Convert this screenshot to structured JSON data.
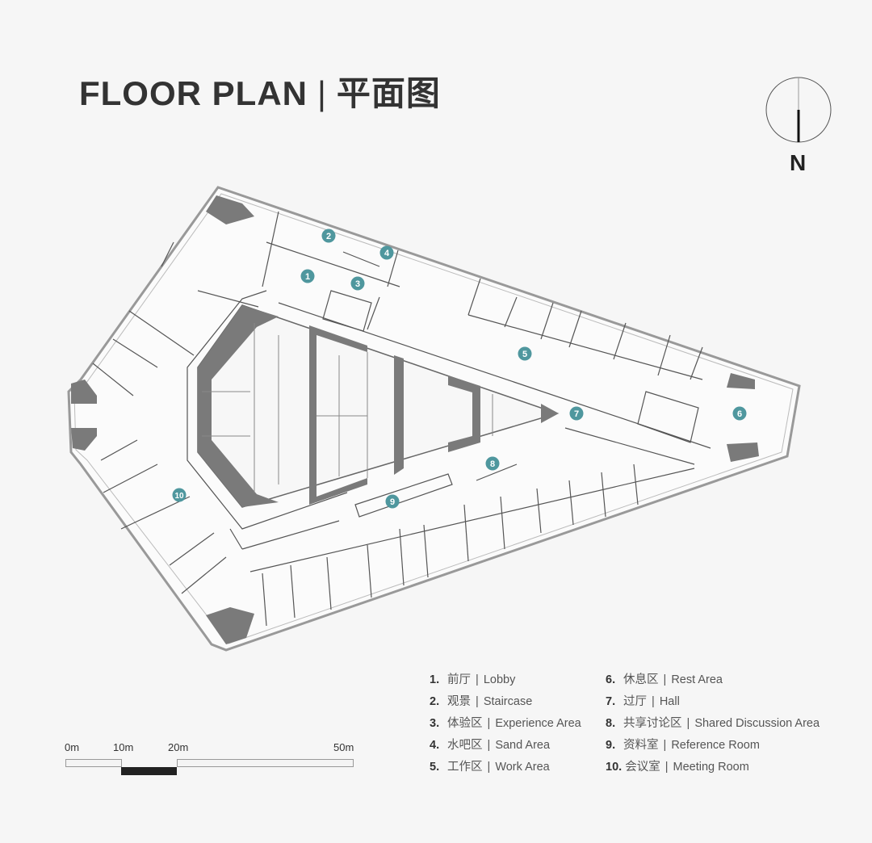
{
  "header": {
    "title_en": "FLOOR PLAN",
    "separator": "|",
    "title_cn": "平面图"
  },
  "compass": {
    "label": "N"
  },
  "markers": [
    "1",
    "2",
    "3",
    "4",
    "5",
    "6",
    "7",
    "8",
    "9",
    "10"
  ],
  "legend": [
    {
      "num": "1.",
      "cn": "前厅",
      "en": "Lobby"
    },
    {
      "num": "2.",
      "cn": "观景",
      "en": "Staircase"
    },
    {
      "num": "3.",
      "cn": "体验区",
      "en": "Experience Area"
    },
    {
      "num": "4.",
      "cn": "水吧区",
      "en": "Sand Area"
    },
    {
      "num": "5.",
      "cn": "工作区",
      "en": "Work Area"
    },
    {
      "num": "6.",
      "cn": "休息区",
      "en": "Rest Area"
    },
    {
      "num": "7.",
      "cn": "过厅",
      "en": "Hall"
    },
    {
      "num": "8.",
      "cn": "共享讨论区",
      "en": "Shared Discussion Area"
    },
    {
      "num": "9.",
      "cn": "资料室",
      "en": "Reference Room"
    },
    {
      "num": "10.",
      "cn": "会议室",
      "en": "Meeting Room"
    }
  ],
  "scale_bar": {
    "labels": [
      "0m",
      "10m",
      "20m",
      "50m"
    ]
  },
  "colors": {
    "marker": "#4f979e",
    "wall": "#7a7a7a",
    "line": "#555555",
    "background": "#f6f6f6"
  }
}
